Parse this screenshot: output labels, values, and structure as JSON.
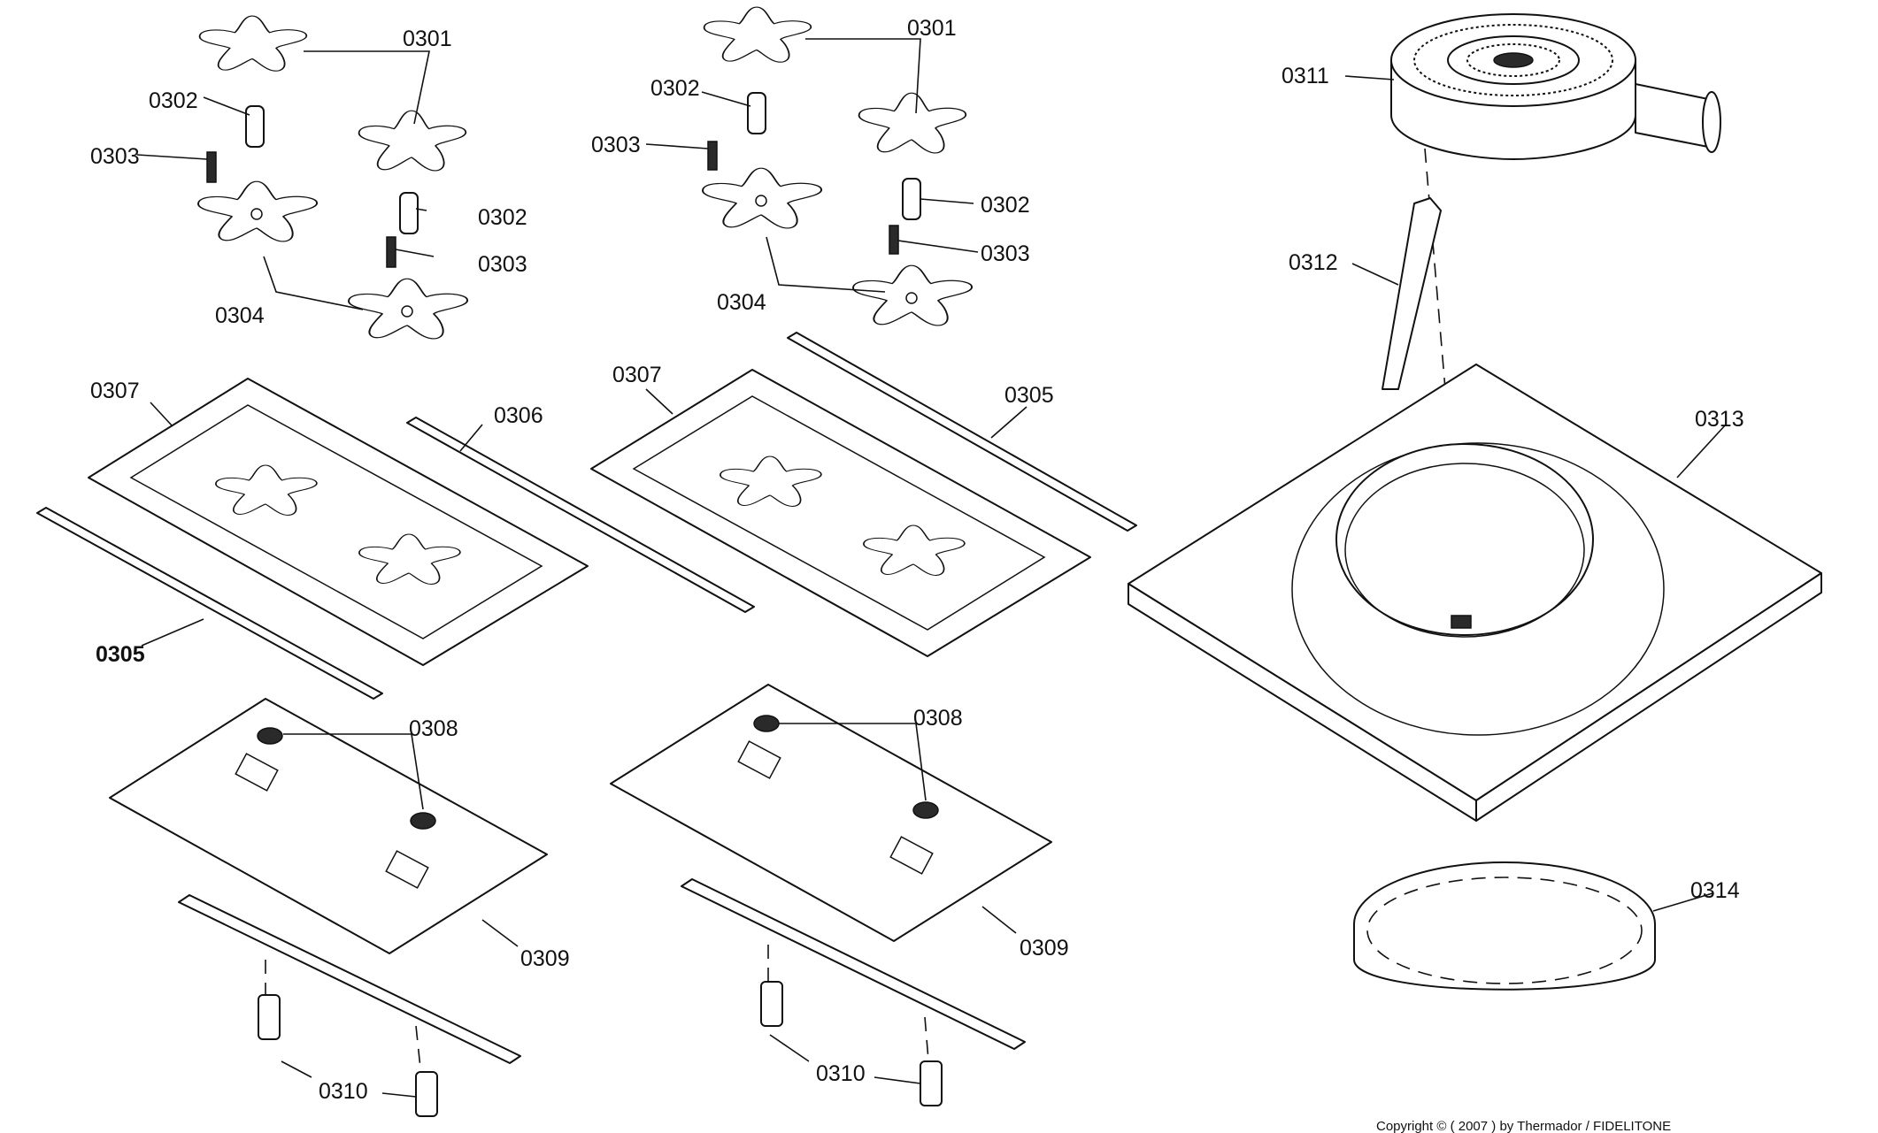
{
  "diagram": {
    "labels": {
      "p0301": "0301",
      "p0302": "0302",
      "p0303": "0303",
      "p0304": "0304",
      "p0305": "0305",
      "p0306": "0306",
      "p0307": "0307",
      "p0308": "0308",
      "p0309": "0309",
      "p0310": "0310",
      "p0311": "0311",
      "p0312": "0312",
      "p0313": "0313",
      "p0314": "0314"
    },
    "copyright": "Copyright © ( 2007 ) by Thermador  / FIDELITONE"
  }
}
